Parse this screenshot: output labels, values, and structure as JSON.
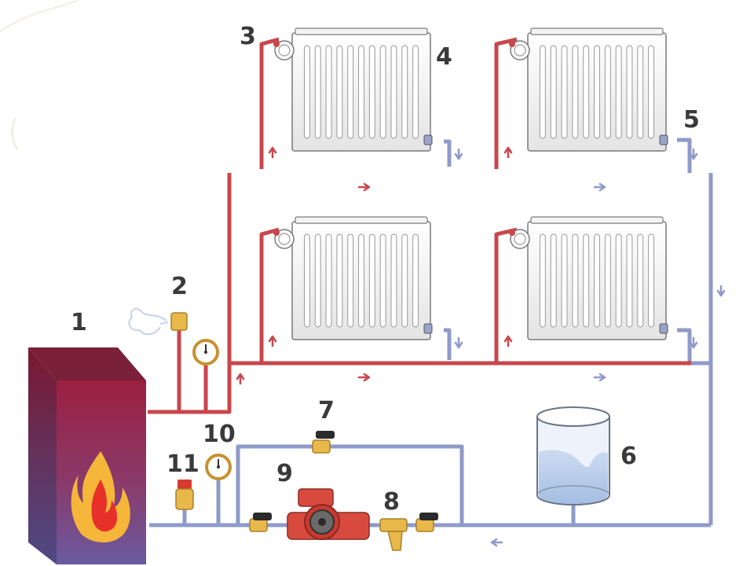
{
  "labels": {
    "boiler": "1",
    "air_vent": "2",
    "radiator_valve": "3",
    "radiator": "4",
    "return_valve": "5",
    "expansion_tank": "6",
    "bypass_valve": "7",
    "filter": "8",
    "pump": "9",
    "pressure_gauge": "10",
    "safety_valve": "11"
  },
  "colors": {
    "supply_pipe": "#c8474c",
    "return_pipe": "#8e9ac8",
    "boiler_front": "#9b2a4c",
    "boiler_side": "#7a2040",
    "flame": "#f5b63a",
    "radiator": "#eeeeee",
    "label": "#3a3a3a"
  },
  "icons": [
    "flame-icon",
    "steam-icon",
    "arrow-up-icon",
    "arrow-down-icon",
    "arrow-right-icon",
    "arrow-left-icon"
  ]
}
